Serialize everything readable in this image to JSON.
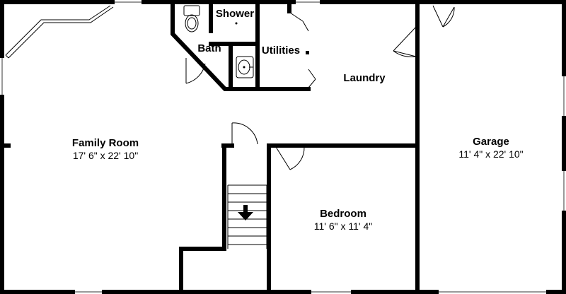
{
  "rooms": {
    "family_room": {
      "name": "Family Room",
      "dimensions": "17' 6\" x 22' 10\""
    },
    "garage": {
      "name": "Garage",
      "dimensions": "11' 4\" x 22' 10\""
    },
    "bedroom": {
      "name": "Bedroom",
      "dimensions": "11' 6\" x 11' 4\""
    },
    "laundry": {
      "name": "Laundry"
    },
    "utilities": {
      "name": "Utilities"
    },
    "bath": {
      "name": "Bath"
    },
    "shower": {
      "name": "Shower"
    }
  },
  "stairs": {
    "direction": "down",
    "icon": "arrow-down-icon"
  }
}
